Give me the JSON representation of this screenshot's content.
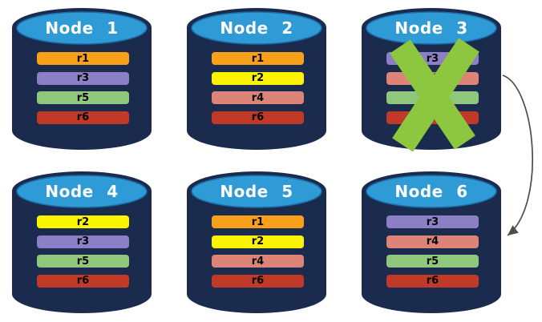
{
  "diagram": {
    "nodes": [
      {
        "title": "Node 1",
        "failed": false,
        "replicas": [
          {
            "label": "r1",
            "color": "#F9A01B"
          },
          {
            "label": "r3",
            "color": "#8C7FC6"
          },
          {
            "label": "r5",
            "color": "#8FC87D"
          },
          {
            "label": "r6",
            "color": "#C13A27"
          }
        ]
      },
      {
        "title": "Node 2",
        "failed": false,
        "replicas": [
          {
            "label": "r1",
            "color": "#F9A01B"
          },
          {
            "label": "r2",
            "color": "#FBF400"
          },
          {
            "label": "r4",
            "color": "#DD8377"
          },
          {
            "label": "r6",
            "color": "#C13A27"
          }
        ]
      },
      {
        "title": "Node 3",
        "failed": true,
        "replicas": [
          {
            "label": "r3",
            "color": "#8C7FC6"
          },
          {
            "label": "r4",
            "color": "#DD8377"
          },
          {
            "label": "r5",
            "color": "#8FC87D"
          },
          {
            "label": "r6",
            "color": "#C13A27"
          }
        ]
      },
      {
        "title": "Node 4",
        "failed": false,
        "replicas": [
          {
            "label": "r2",
            "color": "#FBF400"
          },
          {
            "label": "r3",
            "color": "#8C7FC6"
          },
          {
            "label": "r5",
            "color": "#8FC87D"
          },
          {
            "label": "r6",
            "color": "#C13A27"
          }
        ]
      },
      {
        "title": "Node 5",
        "failed": false,
        "replicas": [
          {
            "label": "r1",
            "color": "#F9A01B"
          },
          {
            "label": "r2",
            "color": "#FBF400"
          },
          {
            "label": "r4",
            "color": "#DD8377"
          },
          {
            "label": "r6",
            "color": "#C13A27"
          }
        ]
      },
      {
        "title": "Node 6",
        "failed": false,
        "replicas": [
          {
            "label": "r3",
            "color": "#8C7FC6"
          },
          {
            "label": "r4",
            "color": "#DD8377"
          },
          {
            "label": "r5",
            "color": "#8FC87D"
          },
          {
            "label": "r6",
            "color": "#C13A27"
          }
        ]
      }
    ],
    "failure_x": {
      "node": "Node 3",
      "color": "#8DC63F"
    },
    "arrow": {
      "from": "Node 3",
      "to": "Node 6",
      "color": "#4D4D4D"
    },
    "colors": {
      "background": "#FFFFFF",
      "cylinder_body": "#1B2B4D",
      "cylinder_top": "#2E9AD6",
      "cylinder_top_edge": "#1B6CA8",
      "node_title_text": "#FFFFFF",
      "replica_label_text": "#000000"
    }
  }
}
